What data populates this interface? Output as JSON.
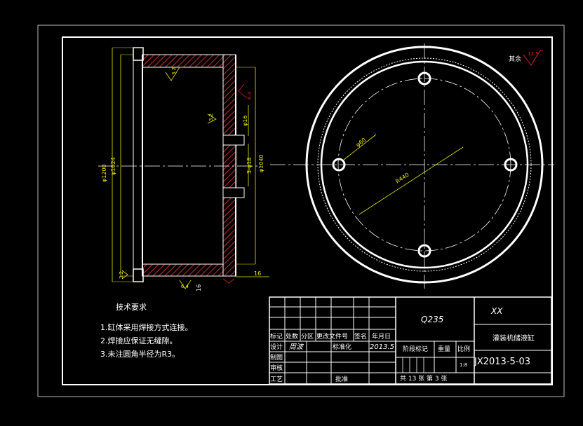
{
  "colors": {
    "background": "#000000",
    "line": "#ffffff",
    "dimension": "#e8e800",
    "section": "#e02020",
    "hatch": "#c03030"
  },
  "title_block": {
    "material": "Q235",
    "company": "XX",
    "part_name": "灌装机储液缸",
    "drawing_no": "JX2013-5-03",
    "headers": [
      "标记",
      "处数",
      "分区",
      "更改文件号",
      "签名",
      "年月日"
    ],
    "row_design": "设计",
    "designer": "周波",
    "standardize": "标准化",
    "date": "2013.5",
    "row_draw": "制图",
    "row_check": "审核",
    "row_process": "工艺",
    "approve": "批准",
    "stage_mark": "阶段标记",
    "weight": "重量",
    "scale_label": "比例",
    "scale": "1:8",
    "sheet_info": "共 13 张  第 3 张"
  },
  "notes": {
    "title": "技术要求",
    "items": [
      "1.缸体采用焊接方式连接。",
      "2.焊接应保证无缝隙。",
      "3.未注圆角半径为R3。"
    ]
  },
  "roughness": {
    "label": "其余",
    "value": "12.5"
  },
  "dimensions": {
    "d1200": "φ1200",
    "d1024": "φ1024",
    "d1040": "φ1040",
    "d16": "φ16",
    "holes": "3-φ18",
    "d60": "φ60",
    "r440": "R440",
    "t16a": "16",
    "t16b": "16",
    "ra32a": "3.2",
    "ra32b": "3.2",
    "ra32c": "3.2",
    "ra64a": "6.4",
    "ra64b": "6.4"
  }
}
